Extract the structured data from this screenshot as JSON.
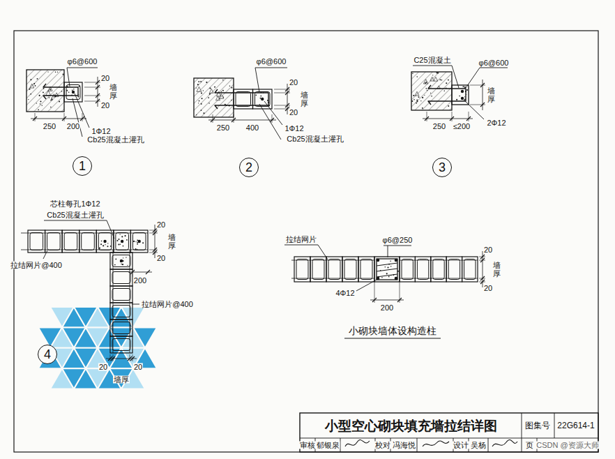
{
  "diagram": {
    "title": "小型空心砌块填充墙拉结详图",
    "nodes": [
      {
        "text": [
          "1"
        ]
      },
      {
        "text": [
          "2"
        ]
      },
      {
        "text": [
          "3"
        ]
      },
      {
        "text": [
          "4"
        ]
      }
    ],
    "labels": [
      "φ6@600",
      "20",
      "20",
      "墙厚",
      "250",
      "200",
      "1Φ12",
      "Cb25混凝土灌孔",
      "φ6@600",
      "20",
      "20",
      "墙厚",
      "250",
      "400",
      "1Φ12",
      "Cb25混凝土灌孔",
      "C25混凝土",
      "φ6@600",
      "墙厚",
      "250",
      "≤200",
      "2Φ12",
      "芯柱每孔1Φ12",
      "Cb25混凝土灌孔",
      "20",
      "墙厚",
      "20",
      "拉结网片@400",
      "200",
      "拉结网片@400",
      "20",
      "20",
      "墙厚",
      "拉结网片",
      "φ6@250",
      "20",
      "墙厚",
      "20",
      "4Φ12",
      "200",
      "小砌块墙体设构造柱",
      "图集号",
      "22G614-1",
      "审核",
      "郁银泉",
      "校对",
      "冯海悦",
      "设计",
      "吴杨",
      "页",
      "CSDN @资源大师"
    ]
  }
}
